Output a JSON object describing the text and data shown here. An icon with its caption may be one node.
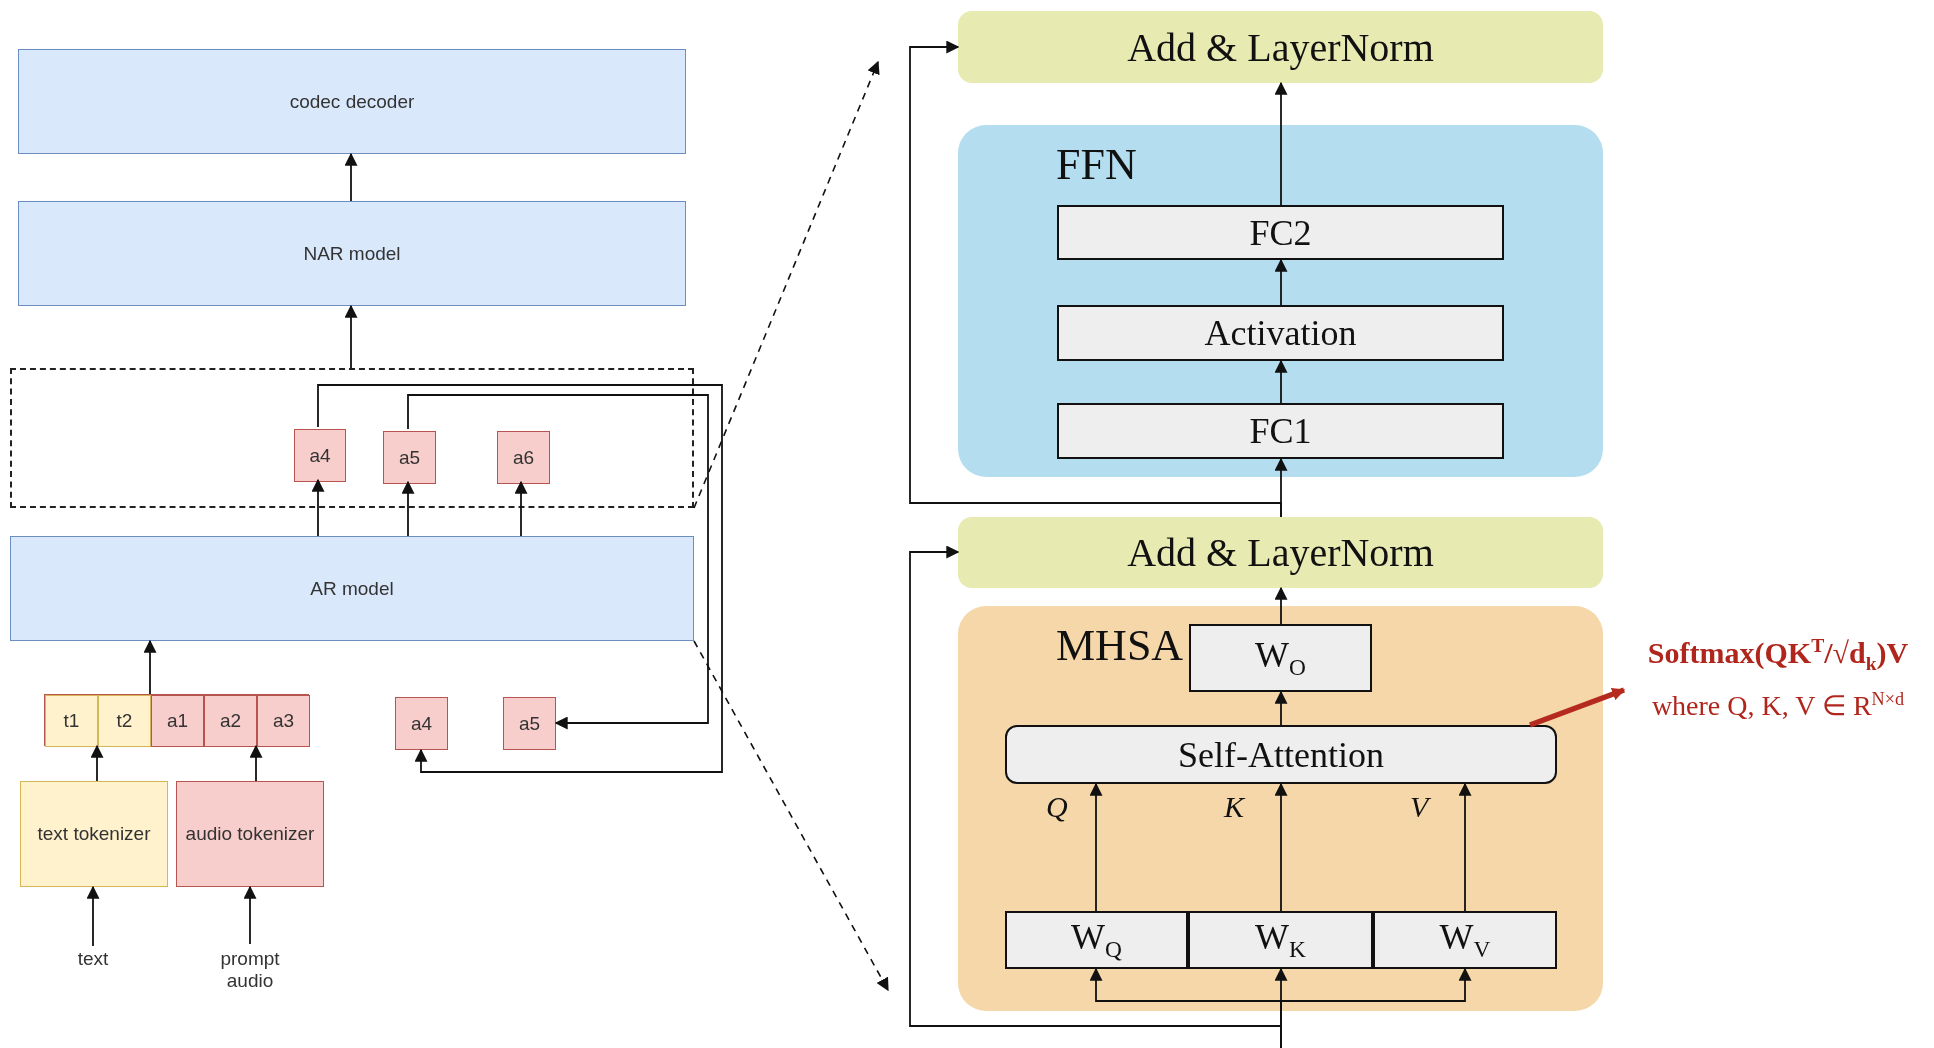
{
  "diagram": {
    "nodes": [
      {
        "text": [
          "codec decoder"
        ]
      },
      {
        "text": [
          "NAR model"
        ]
      },
      {
        "text": [],
        "shape": "box"
      },
      {
        "text": [
          "a4"
        ],
        "in": 2
      },
      {
        "text": [
          "a5"
        ],
        "in": 2
      },
      {
        "text": [
          "a6"
        ],
        "in": 2
      },
      {
        "text": [
          "AR model"
        ]
      },
      {
        "text": [],
        "shape": "box"
      },
      {
        "text": [
          "t1"
        ],
        "in": 7
      },
      {
        "text": [
          "t2"
        ],
        "in": 7
      },
      {
        "text": [
          "a1"
        ],
        "in": 7
      },
      {
        "text": [
          "a2"
        ],
        "in": 7
      },
      {
        "text": [
          "a3"
        ],
        "in": 7
      },
      {
        "text": [
          "a4"
        ]
      },
      {
        "text": [
          "a5"
        ]
      },
      {
        "text": [
          "text tokenizer"
        ]
      },
      {
        "text": [
          "audio tokenizer"
        ]
      },
      {
        "text": [
          "text"
        ]
      },
      {
        "text": [
          "prompt audio"
        ]
      },
      {
        "text": [
          "Add & LayerNorm"
        ]
      },
      {
        "text": [
          "FFN"
        ]
      },
      {
        "text": [
          "FC2"
        ],
        "in": 20
      },
      {
        "text": [
          "Activation"
        ],
        "in": 20
      },
      {
        "text": [
          "FC1"
        ],
        "in": 20
      },
      {
        "text": [
          "Add & LayerNorm"
        ]
      },
      {
        "text": [
          "MHSA"
        ]
      },
      {
        "text": [
          "W$_{O}$"
        ],
        "in": 25
      },
      {
        "text": [
          "Self-Attention"
        ],
        "in": 25
      },
      {
        "text": [
          "W$_{Q}$"
        ],
        "in": 25
      },
      {
        "text": [
          "W$_{K}$"
        ],
        "in": 25
      },
      {
        "text": [
          "W$_{V}$"
        ],
        "in": 25
      },
      {
        "text": [
          "Softmax(QK$^{T}$/√d$_{k}$)V",
          "where Q, K, V ∈ R$^{N×d}$"
        ]
      }
    ],
    "edges": [
      {
        "from": 17,
        "to": 15,
        "arrow": "to"
      },
      {
        "from": 18,
        "to": 16,
        "arrow": "to"
      },
      {
        "from": 15,
        "to": 7,
        "arrow": "to"
      },
      {
        "from": 16,
        "to": 7,
        "arrow": "to"
      },
      {
        "from": 7,
        "to": 6,
        "arrow": "to"
      },
      {
        "from": 6,
        "to": 3,
        "arrow": "to"
      },
      {
        "from": 6,
        "to": 4,
        "arrow": "to"
      },
      {
        "from": 6,
        "to": 5,
        "arrow": "to"
      },
      {
        "from": 3,
        "to": 13,
        "arrow": "to"
      },
      {
        "from": 4,
        "to": 14,
        "arrow": "to"
      },
      {
        "from": 2,
        "to": 1,
        "arrow": "to"
      },
      {
        "from": 1,
        "to": 0,
        "arrow": "to"
      },
      {
        "from": 2,
        "to": null,
        "arrow": "to",
        "style": "dashed"
      },
      {
        "from": 6,
        "to": null,
        "arrow": "to",
        "style": "dashed"
      },
      {
        "from": null,
        "to": 28,
        "arrow": "to"
      },
      {
        "from": null,
        "to": 29,
        "arrow": "to"
      },
      {
        "from": null,
        "to": 30,
        "arrow": "to"
      },
      {
        "from": null,
        "to": 24,
        "arrow": "to"
      },
      {
        "from": 28,
        "to": 27,
        "arrow": "to",
        "label": "Q"
      },
      {
        "from": 29,
        "to": 27,
        "arrow": "to",
        "label": "K"
      },
      {
        "from": 30,
        "to": 27,
        "arrow": "to",
        "label": "V"
      },
      {
        "from": 27,
        "to": 26,
        "arrow": "to"
      },
      {
        "from": 26,
        "to": 24,
        "arrow": "to"
      },
      {
        "from": 24,
        "to": 23,
        "arrow": "to"
      },
      {
        "from": 24,
        "to": 19,
        "arrow": "to"
      },
      {
        "from": 23,
        "to": 22,
        "arrow": "to"
      },
      {
        "from": 22,
        "to": 21,
        "arrow": "to"
      },
      {
        "from": 21,
        "to": 19,
        "arrow": "to"
      },
      {
        "from": 27,
        "to": 31,
        "arrow": "to",
        "style": "thick",
        "color": "#b52a1f"
      }
    ]
  }
}
